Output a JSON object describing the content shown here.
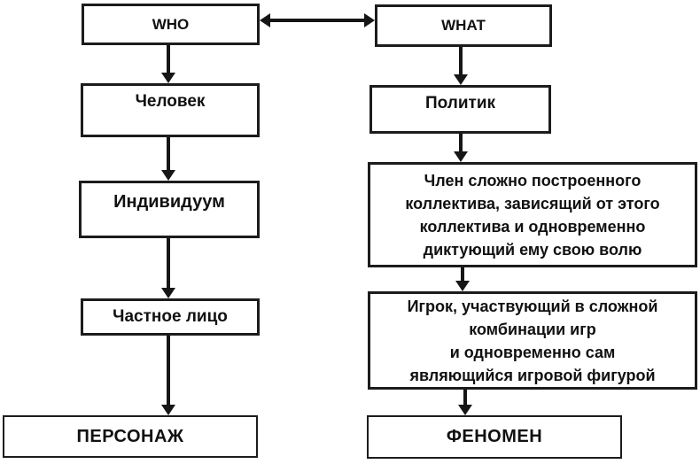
{
  "diagram": {
    "title": "WHO / WHAT comparison flowchart",
    "colors": {
      "ink": "#161616",
      "box_border": "#1c1c1c",
      "background": "#ffffff"
    },
    "nodes": {
      "who": "WHO",
      "what": "WHAT",
      "human": "Человек",
      "politician": "Политик",
      "individual": "Индивидуум",
      "collective_member": "Член сложно построенного\nколлектива, зависящий от этого\nколлектива и одновременно\nдиктующий ему свою волю",
      "private_person": "Частное лицо",
      "player": "Игрок, участвующий в сложной\nкомбинации игр\nи одновременно сам\nявляющийся игровой фигурой",
      "character": "ПЕРСОНАЖ",
      "phenomenon": "ФЕНОМЕН"
    },
    "edges": [
      {
        "from": "who",
        "to": "what",
        "type": "bidirectional"
      },
      {
        "from": "who",
        "to": "human",
        "type": "down"
      },
      {
        "from": "human",
        "to": "individual",
        "type": "down"
      },
      {
        "from": "individual",
        "to": "private_person",
        "type": "down"
      },
      {
        "from": "private_person",
        "to": "character",
        "type": "down"
      },
      {
        "from": "what",
        "to": "politician",
        "type": "down"
      },
      {
        "from": "politician",
        "to": "collective_member",
        "type": "down"
      },
      {
        "from": "collective_member",
        "to": "player",
        "type": "down"
      },
      {
        "from": "player",
        "to": "phenomenon",
        "type": "down"
      }
    ]
  }
}
